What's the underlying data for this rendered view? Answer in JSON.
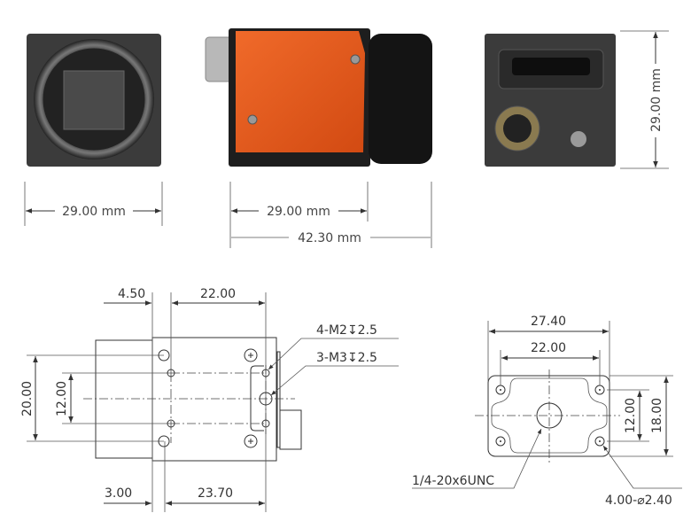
{
  "photo_views": {
    "front_width": "29.00 mm",
    "side_body_length": "29.00 mm",
    "side_total_length": "42.30 mm",
    "back_height": "29.00 mm"
  },
  "side_drawing": {
    "dim_offset_top": "4.50",
    "dim_hole_spacing_top": "22.00",
    "dim_offset_bottom": "3.00",
    "dim_hole_spacing_bottom": "23.70",
    "dim_height_outer": "20.00",
    "dim_height_inner": "12.00",
    "callout_m2": "4-M2↧2.5",
    "callout_m3": "3-M3↧2.5"
  },
  "bottom_drawing": {
    "dim_width_outer": "27.40",
    "dim_width_inner": "22.00",
    "dim_height_inner": "12.00",
    "dim_height_outer": "18.00",
    "callout_tripod": "1/4-20x6UNC",
    "callout_holes": "4.00-⌀2.40"
  },
  "colors": {
    "body_orange": "#e8561c",
    "body_dark": "#3b3b3b"
  }
}
